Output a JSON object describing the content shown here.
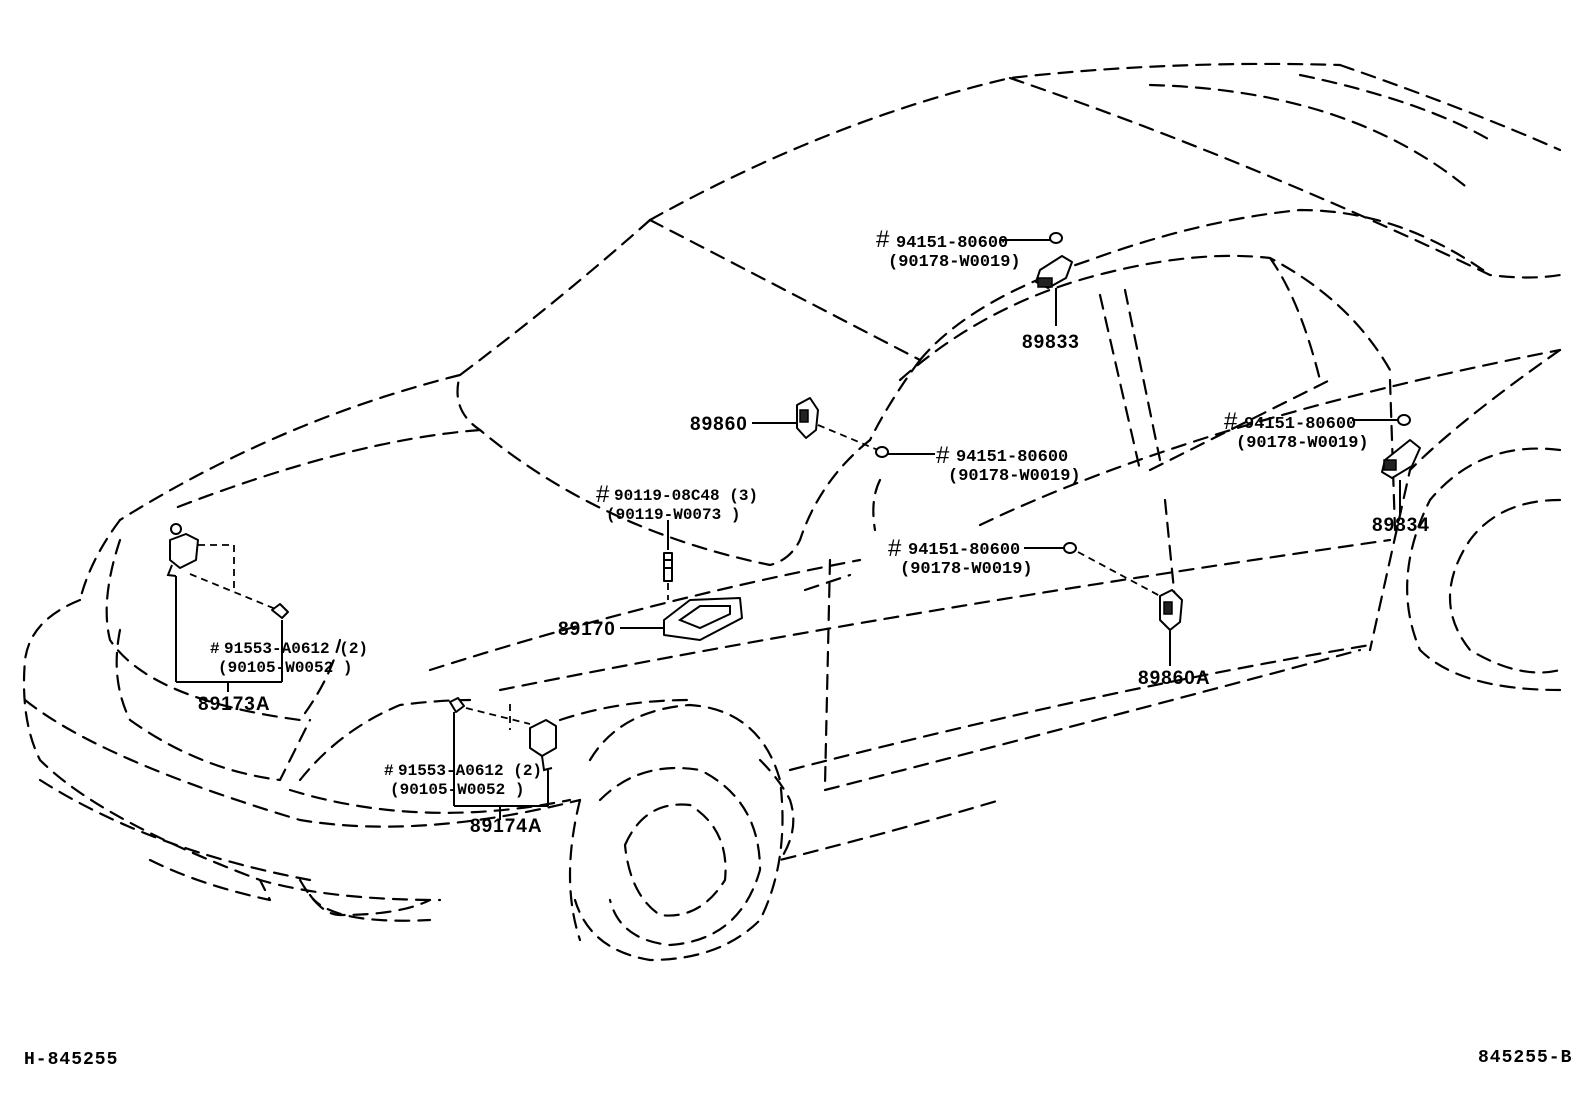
{
  "labels": {
    "roof_top_num": "94151-80600",
    "roof_top_alt": "(90178-W0019)",
    "p89833": "89833",
    "p89860": "89860",
    "a_pillar_num": "94151-80600",
    "a_pillar_alt": "(90178-W0019)",
    "rear_num": "94151-80600",
    "rear_alt": "(90178-W0019)",
    "p89834": "89834",
    "bolt_num": "90119-08C48 (3)",
    "bolt_alt": "(90119-W0073 )",
    "mid_num": "94151-80600",
    "mid_alt": "(90178-W0019)",
    "p89170": "89170",
    "left_screw_num": "91553-A0612 (2)",
    "left_screw_alt": "(90105-W0052 )",
    "p89173A": "89173A",
    "right_screw_num": "91553-A0612 (2)",
    "right_screw_alt": "(90105-W0052 )",
    "p89174A": "89174A",
    "p89860A": "89860A",
    "hash_mark": "#",
    "hash_small": "#"
  },
  "footer": {
    "left": "H-845255",
    "right": "845255-B"
  }
}
